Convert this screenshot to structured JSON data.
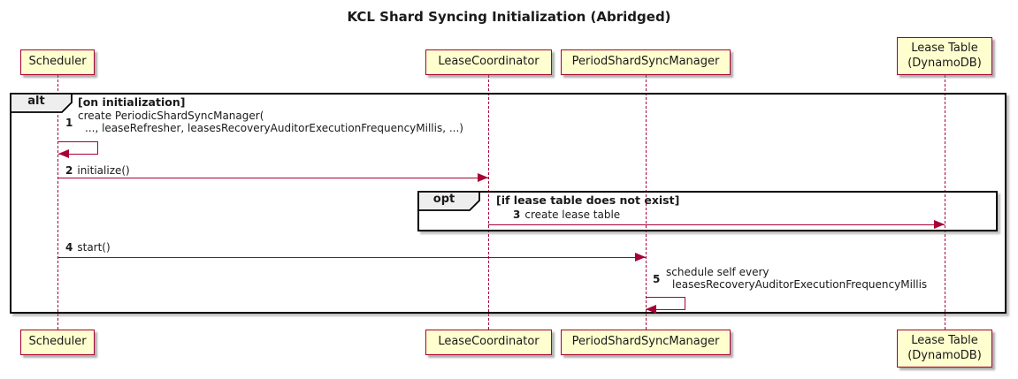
{
  "title": "KCL Shard Syncing Initialization (Abridged)",
  "participants": {
    "scheduler": {
      "label": "Scheduler"
    },
    "lease_coordinator": {
      "label": "LeaseCoordinator"
    },
    "period_shard_sync_manager": {
      "label": "PeriodShardSyncManager"
    },
    "lease_table": {
      "line1": "Lease Table",
      "line2": "(DynamoDB)"
    }
  },
  "frames": {
    "alt": {
      "label": "alt",
      "condition": "[on initialization]"
    },
    "opt": {
      "label": "opt",
      "condition": "[if lease table does not exist]"
    }
  },
  "messages": {
    "m1": {
      "num": "1",
      "line1": "create PeriodicShardSyncManager(",
      "line2": "..., leaseRefresher, leasesRecoveryAuditorExecutionFrequencyMillis, ...)"
    },
    "m2": {
      "num": "2",
      "text": "initialize()"
    },
    "m3": {
      "num": "3",
      "text": "create lease table"
    },
    "m4": {
      "num": "4",
      "text": "start()"
    },
    "m5": {
      "num": "5",
      "line1": "schedule self every",
      "line2": "leasesRecoveryAuditorExecutionFrequencyMillis"
    }
  },
  "colors": {
    "participant_fill": "#fefece",
    "participant_border": "#a80036",
    "arrow": "#a80036",
    "frame_border": "#000000",
    "pentagon_fill": "#eeeeee",
    "background": "#ffffff"
  }
}
